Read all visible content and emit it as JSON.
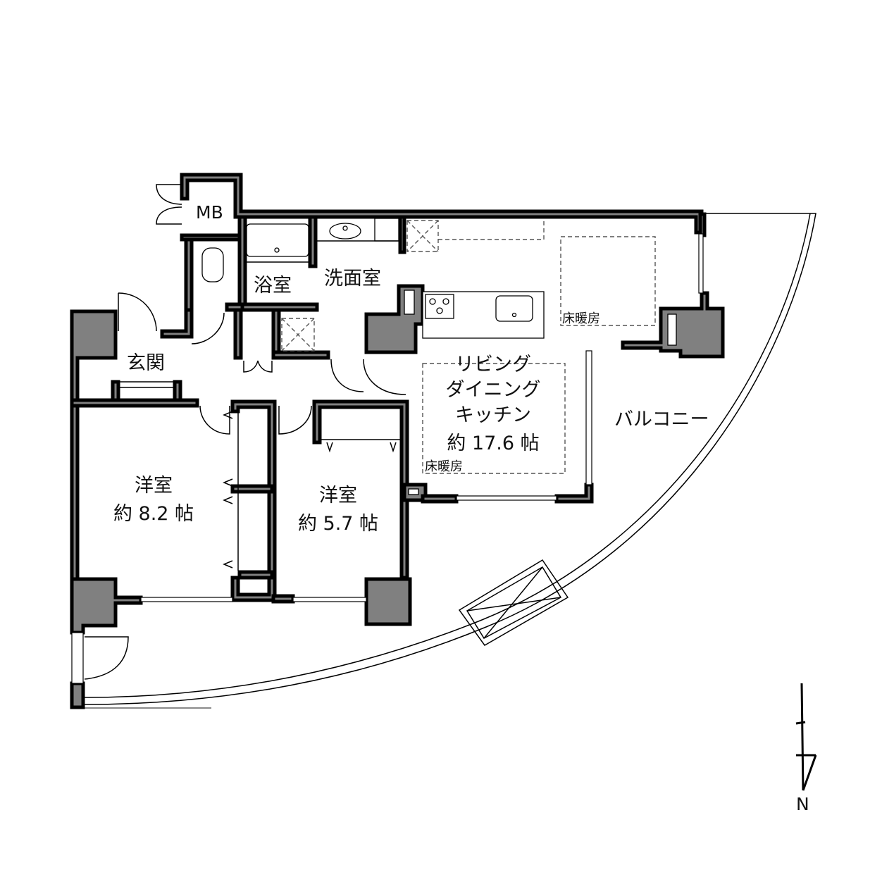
{
  "plan": {
    "type": "floor-plan",
    "wall_color": "#808080",
    "outline_color": "#000000",
    "background": "#ffffff"
  },
  "rooms": {
    "mb": {
      "label": "MB"
    },
    "bath": {
      "label": "浴室"
    },
    "washroom": {
      "label": "洗面室"
    },
    "entrance": {
      "label": "玄関"
    },
    "ldk": {
      "line1": "リビング",
      "line2": "ダイニング",
      "line3": "キッチン",
      "area": "約 17.6 帖",
      "heating": "床暖房"
    },
    "kitchen_heating": {
      "label": "床暖房"
    },
    "bedroom1": {
      "name": "洋室",
      "area": "約 8.2 帖"
    },
    "bedroom2": {
      "name": "洋室",
      "area": "約 5.7 帖"
    },
    "balcony": {
      "label": "バルコニー"
    }
  },
  "compass": {
    "label": "N"
  }
}
